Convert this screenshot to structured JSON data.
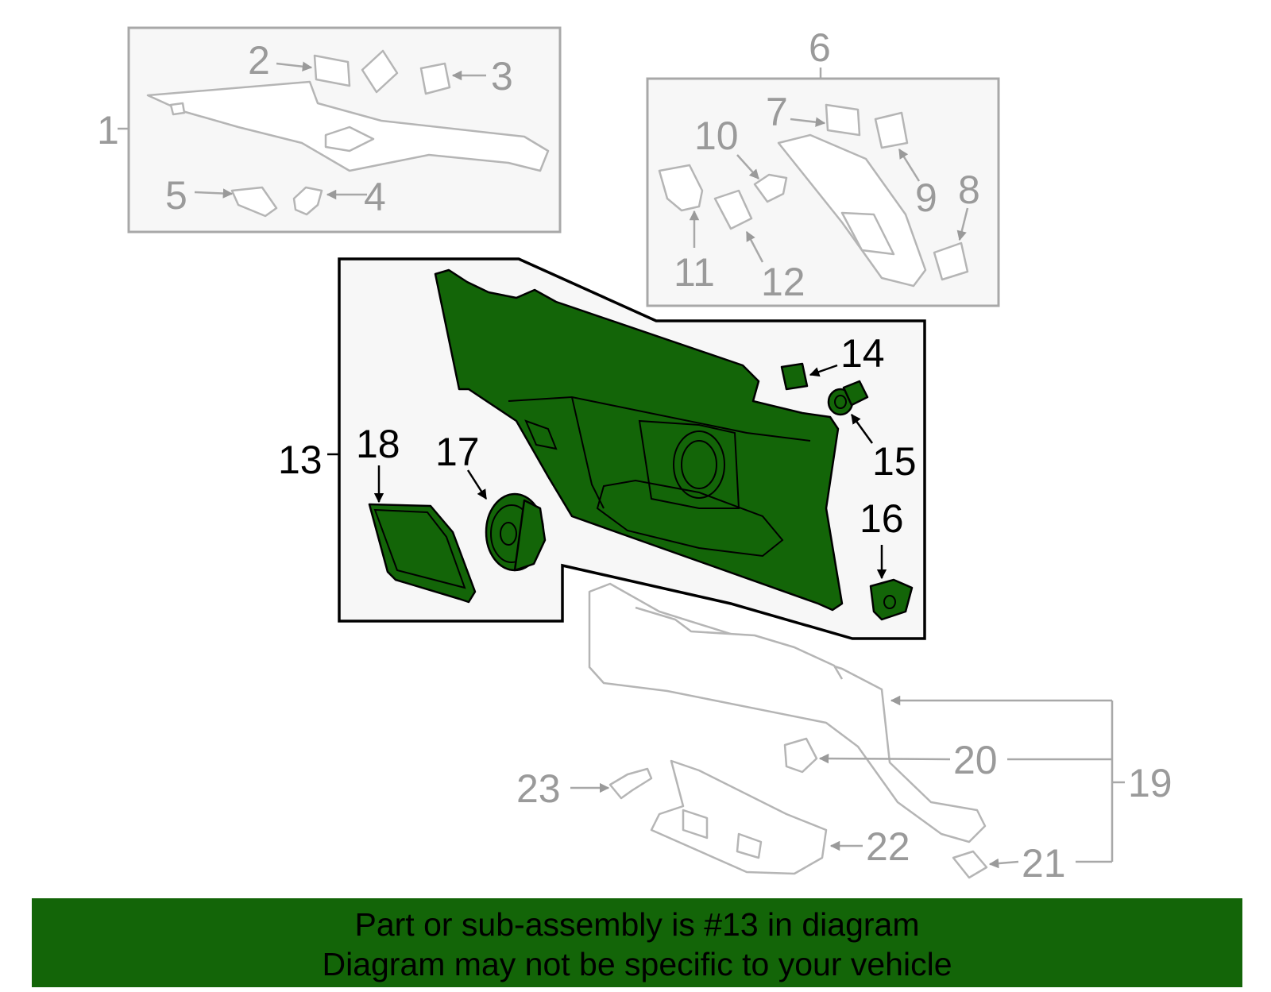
{
  "callouts": {
    "c1": "1",
    "c2": "2",
    "c3": "3",
    "c4": "4",
    "c5": "5",
    "c6": "6",
    "c7": "7",
    "c8": "8",
    "c9": "9",
    "c10": "10",
    "c11": "11",
    "c12": "12",
    "c13": "13",
    "c14": "14",
    "c15": "15",
    "c16": "16",
    "c17": "17",
    "c18": "18",
    "c19": "19",
    "c20": "20",
    "c21": "21",
    "c22": "22",
    "c23": "23"
  },
  "highlight_part": "13",
  "colors": {
    "highlight_green": "#136508",
    "inactive_grey": "#9a9a9a",
    "box_fill": "#f7f7f7"
  },
  "banner": {
    "line1": "Part or sub-assembly is #13 in diagram",
    "line2": "Diagram may not be specific to your vehicle"
  }
}
